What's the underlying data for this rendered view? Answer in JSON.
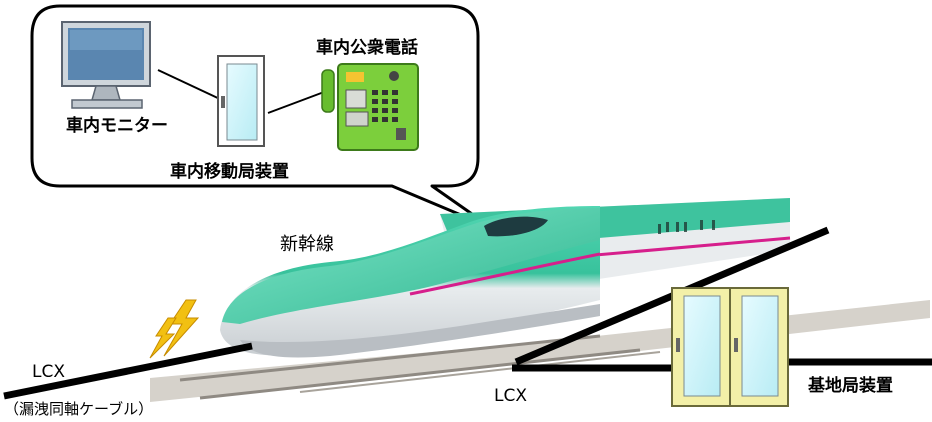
{
  "labels": {
    "monitor": "車内モニター",
    "phone": "車内公衆電話",
    "mobile_station": "車内移動局装置",
    "train": "新幹線",
    "lcx_left": "LCX",
    "lcx_left_note": "（漏洩同軸ケーブル）",
    "lcx_right": "LCX",
    "base_station": "基地局装置"
  },
  "colors": {
    "train_green": "#3cc7a0",
    "train_white": "#f2f4f5",
    "accent_stripe": "#d61f8c",
    "phone_green": "#7ccf3c",
    "base_station_fill": "#f3f0a8",
    "device_glass": "#cdf3f8",
    "lightning": "#f2c012"
  },
  "icons": {
    "monitor": "monitor-icon",
    "phone": "public-phone-icon",
    "mobile_station": "mobile-station-device-icon",
    "base_station": "base-station-device-icon",
    "signal": "lightning-signal-icon"
  }
}
